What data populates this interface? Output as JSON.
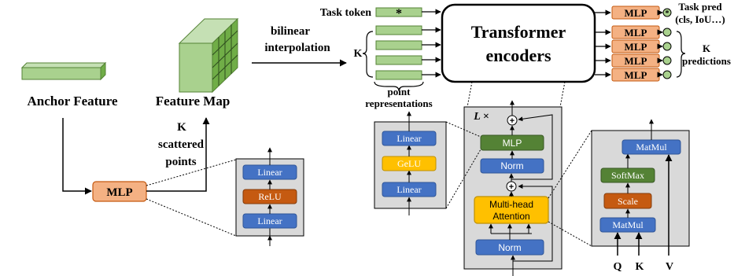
{
  "left": {
    "anchor_feature": "Anchor Feature",
    "feature_map": "Feature Map",
    "k_scattered_1": "K",
    "k_scattered_2": "scattered",
    "k_scattered_3": "points",
    "mlp": "MLP",
    "mlp_detail": [
      "Linear",
      "ReLU",
      "Linear"
    ]
  },
  "middle": {
    "bilinear_1": "bilinear",
    "bilinear_2": "interpolation",
    "k_label": "K",
    "task_token": "Task token",
    "token_star": "*",
    "point_repr_1": "point",
    "point_repr_2": "representations",
    "transformer_1": "Transformer",
    "transformer_2": "encoders"
  },
  "outputs": {
    "mlp_labels": [
      "MLP",
      "MLP",
      "MLP",
      "MLP",
      "MLP"
    ],
    "task_pred_1": "Task pred",
    "task_pred_2": "(cls, IoU…)",
    "k_pred_1": "K",
    "k_pred_2": "predictions",
    "star": "*"
  },
  "encoder_block": {
    "repeat": "L ×",
    "mlp": "MLP",
    "norm_top": "Norm",
    "attention_1": "Multi-head",
    "attention_2": "Attention",
    "norm_bottom": "Norm",
    "plus": "+"
  },
  "mlp_expand": [
    "Linear",
    "GeLU",
    "Linear"
  ],
  "attention_expand": {
    "matmul_top": "MatMul",
    "softmax": "SoftMax",
    "scale": "Scale",
    "matmul_bottom": "MatMul",
    "q": "Q",
    "k": "K",
    "v": "V"
  },
  "colors": {
    "green": "#a9d18e",
    "green_dark": "#548235",
    "orange": "#f4b183",
    "orange_stroke": "#c55a11",
    "blue": "#4472c4",
    "blue_stroke": "#2f5597",
    "gold": "#ffc000",
    "gold_stroke": "#bf9000",
    "relu": "#c55a11",
    "mlp_green": "#548235",
    "panel": "#d9d9d9"
  }
}
